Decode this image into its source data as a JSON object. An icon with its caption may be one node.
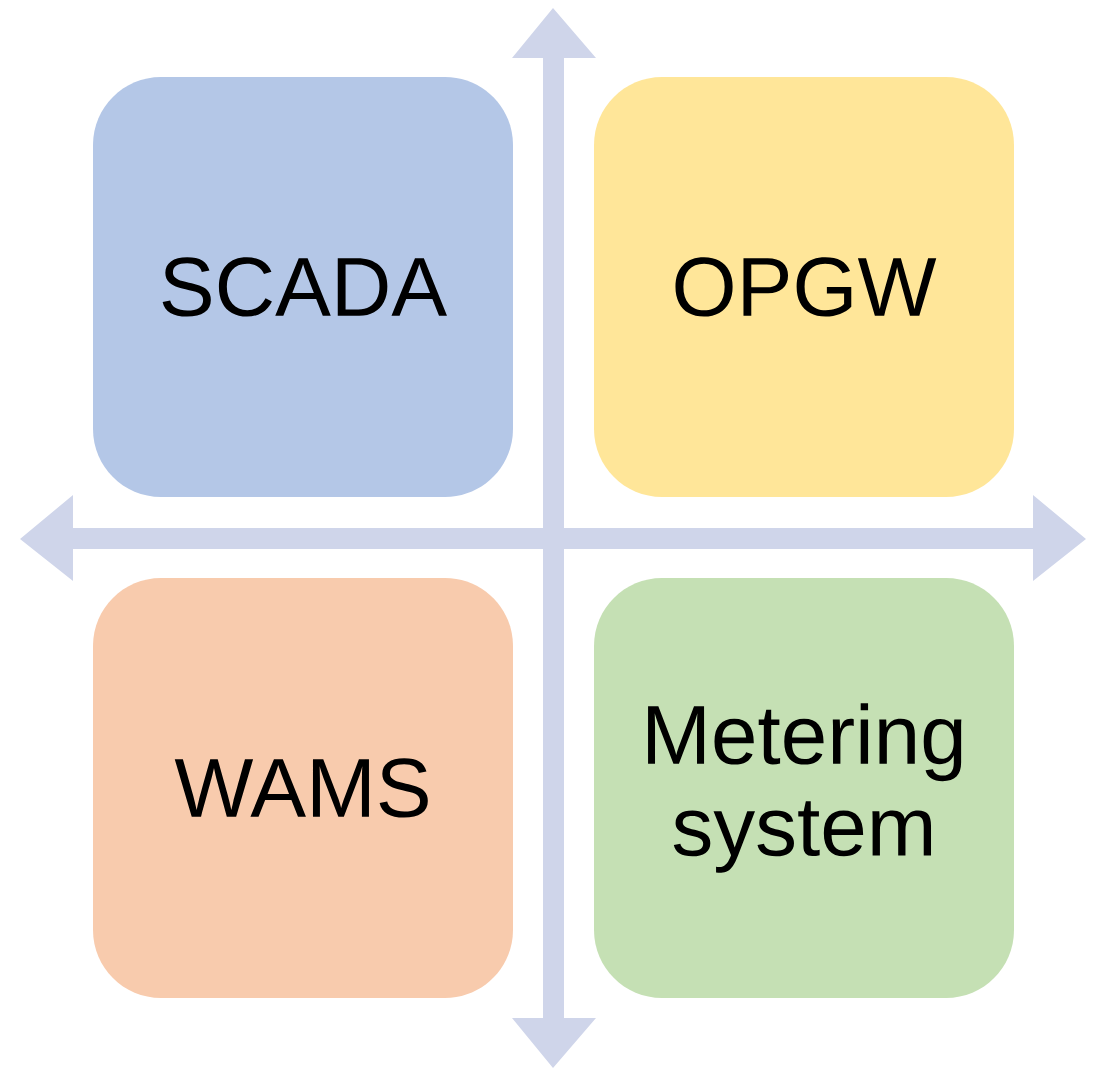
{
  "diagram": {
    "nodes": [
      {
        "text": [
          "SCADA"
        ]
      },
      {
        "text": [
          "OPGW"
        ]
      },
      {
        "text": [
          "WAMS"
        ]
      },
      {
        "text": [
          "Metering system"
        ]
      }
    ]
  }
}
